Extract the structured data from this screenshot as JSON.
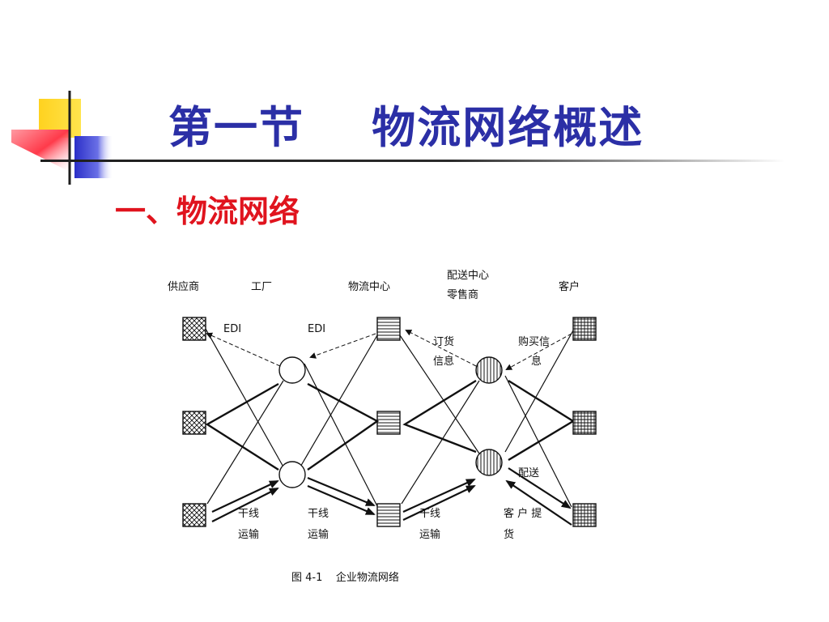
{
  "slide": {
    "title": "第一节    物流网络概述",
    "subtitle": "一、物流网络",
    "caption": "图 4-1    企业物流网络"
  },
  "diagram": {
    "column_labels": {
      "supplier": "供应商",
      "factory": "工厂",
      "logistics_center": "物流中心",
      "distribution_center_line1": "配送中心",
      "distribution_center_line2": "零售商",
      "customer": "客户"
    },
    "annotations": {
      "edi_left": "EDI",
      "edi_right": "EDI",
      "order_info_line1": "订货",
      "order_info_line2": "信息",
      "purchase_info_line1": "购买信",
      "purchase_info_line2": "息",
      "trunk_1_line1": "干线",
      "trunk_1_line2": "运输",
      "trunk_2_line1": "干线",
      "trunk_2_line2": "运输",
      "trunk_3_line1": "干线",
      "trunk_3_line2": "运输",
      "delivery": "配送",
      "customer_pickup_line1": "客 户  提",
      "customer_pickup_line2": "货"
    }
  },
  "colors": {
    "title": "#2b2fa6",
    "subtitle": "#e0141e",
    "deco_yellow": "#ffd21f",
    "deco_blue": "#2b2fc8",
    "deco_red": "#ff3a4a"
  }
}
